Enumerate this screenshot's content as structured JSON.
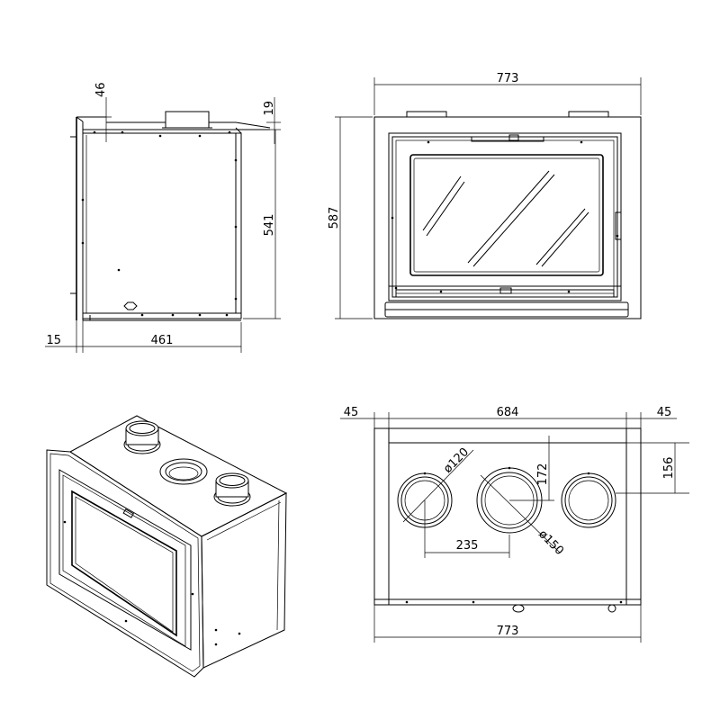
{
  "side_view": {
    "dim_top_offset": "46",
    "dim_top_gap": "19",
    "dim_height": "541",
    "dim_front_flange": "15",
    "dim_depth": "461"
  },
  "front_view": {
    "dim_width": "773",
    "dim_height": "587"
  },
  "top_view": {
    "dim_left_margin": "45",
    "dim_inner_width": "684",
    "dim_right_margin": "45",
    "dim_depth_to_collar_1": "172",
    "dim_depth_to_collar_2": "156",
    "dim_collar_spacing": "235",
    "dim_collar_small": "ø120",
    "dim_collar_large": "ø150",
    "dim_overall_width": "773"
  }
}
